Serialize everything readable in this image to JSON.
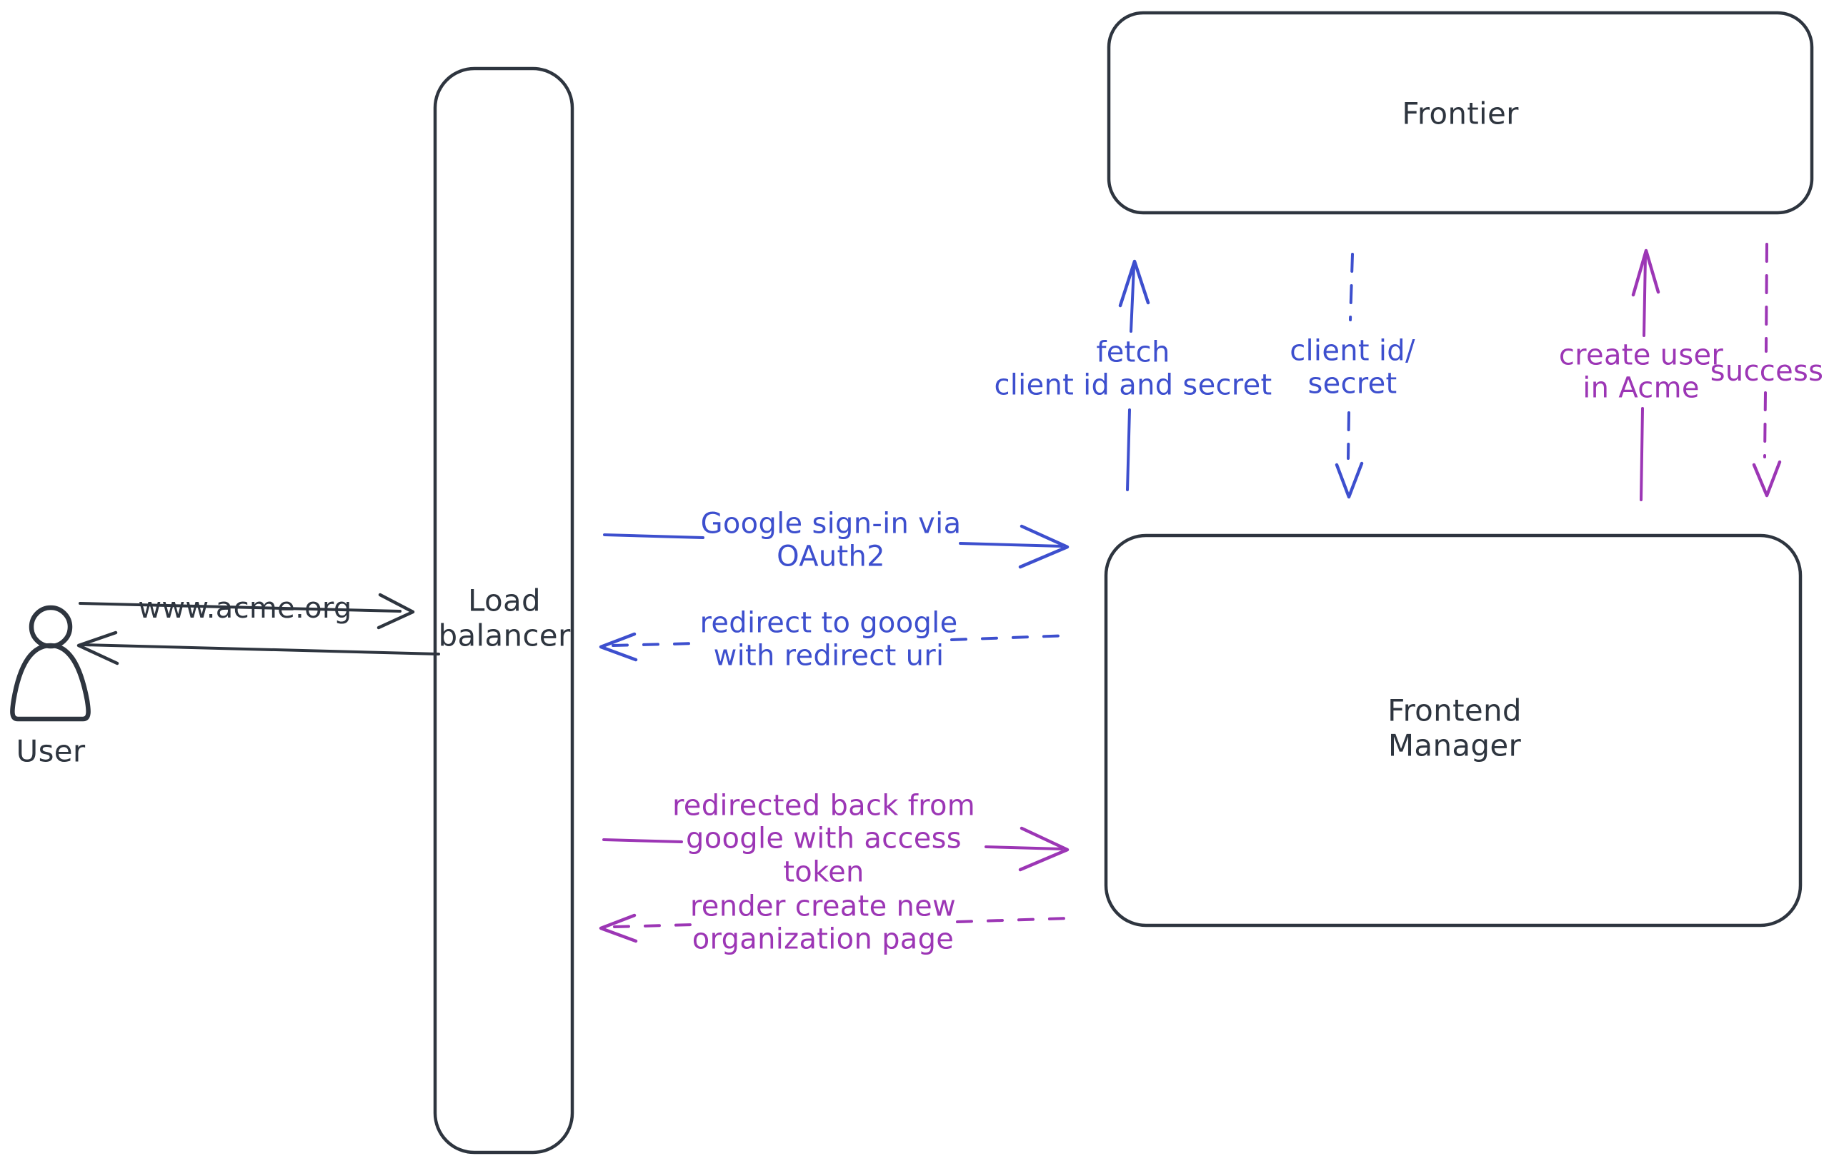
{
  "colors": {
    "ink": "#2e353f",
    "blue": "#3d4fce",
    "purple": "#9c36b5",
    "hatch": "#ccd4de",
    "background": "#ffffff"
  },
  "nodes": {
    "user": {
      "label": "User",
      "type": "person"
    },
    "load_balancer": {
      "label": "Load\nbalancer",
      "type": "box"
    },
    "frontier": {
      "label": "Frontier",
      "type": "box"
    },
    "frontend_manager": {
      "label": "Frontend\nManager",
      "type": "box"
    }
  },
  "edges": {
    "www_acme": {
      "label": "www.acme.org",
      "style": "solid",
      "color": "ink",
      "from": "user",
      "to": "load_balancer"
    },
    "user_return": {
      "label": "",
      "style": "solid",
      "color": "ink",
      "from": "load_balancer",
      "to": "user"
    },
    "google_signin": {
      "label": "Google sign-in via\nOAuth2",
      "style": "solid",
      "color": "blue",
      "from": "load_balancer",
      "to": "frontend_manager"
    },
    "redirect_google": {
      "label": "redirect to google\nwith redirect uri",
      "style": "dashed",
      "color": "blue",
      "from": "frontend_manager",
      "to": "load_balancer"
    },
    "redirected_back": {
      "label": "redirected back from\ngoogle with access\ntoken",
      "style": "solid",
      "color": "purple",
      "from": "load_balancer",
      "to": "frontend_manager"
    },
    "render_org_page": {
      "label": "render create new\norganization page",
      "style": "dashed",
      "color": "purple",
      "from": "frontend_manager",
      "to": "load_balancer"
    },
    "fetch_client": {
      "label": "fetch\nclient id and secret",
      "style": "solid",
      "color": "blue",
      "from": "frontend_manager",
      "to": "frontier"
    },
    "client_id_secret": {
      "label": "client id/\nsecret",
      "style": "dashed",
      "color": "blue",
      "from": "frontier",
      "to": "frontend_manager"
    },
    "create_user": {
      "label": "create user\nin Acme",
      "style": "solid",
      "color": "purple",
      "from": "frontend_manager",
      "to": "frontier"
    },
    "success": {
      "label": "success",
      "style": "dashed",
      "color": "purple",
      "from": "frontier",
      "to": "frontend_manager"
    }
  }
}
